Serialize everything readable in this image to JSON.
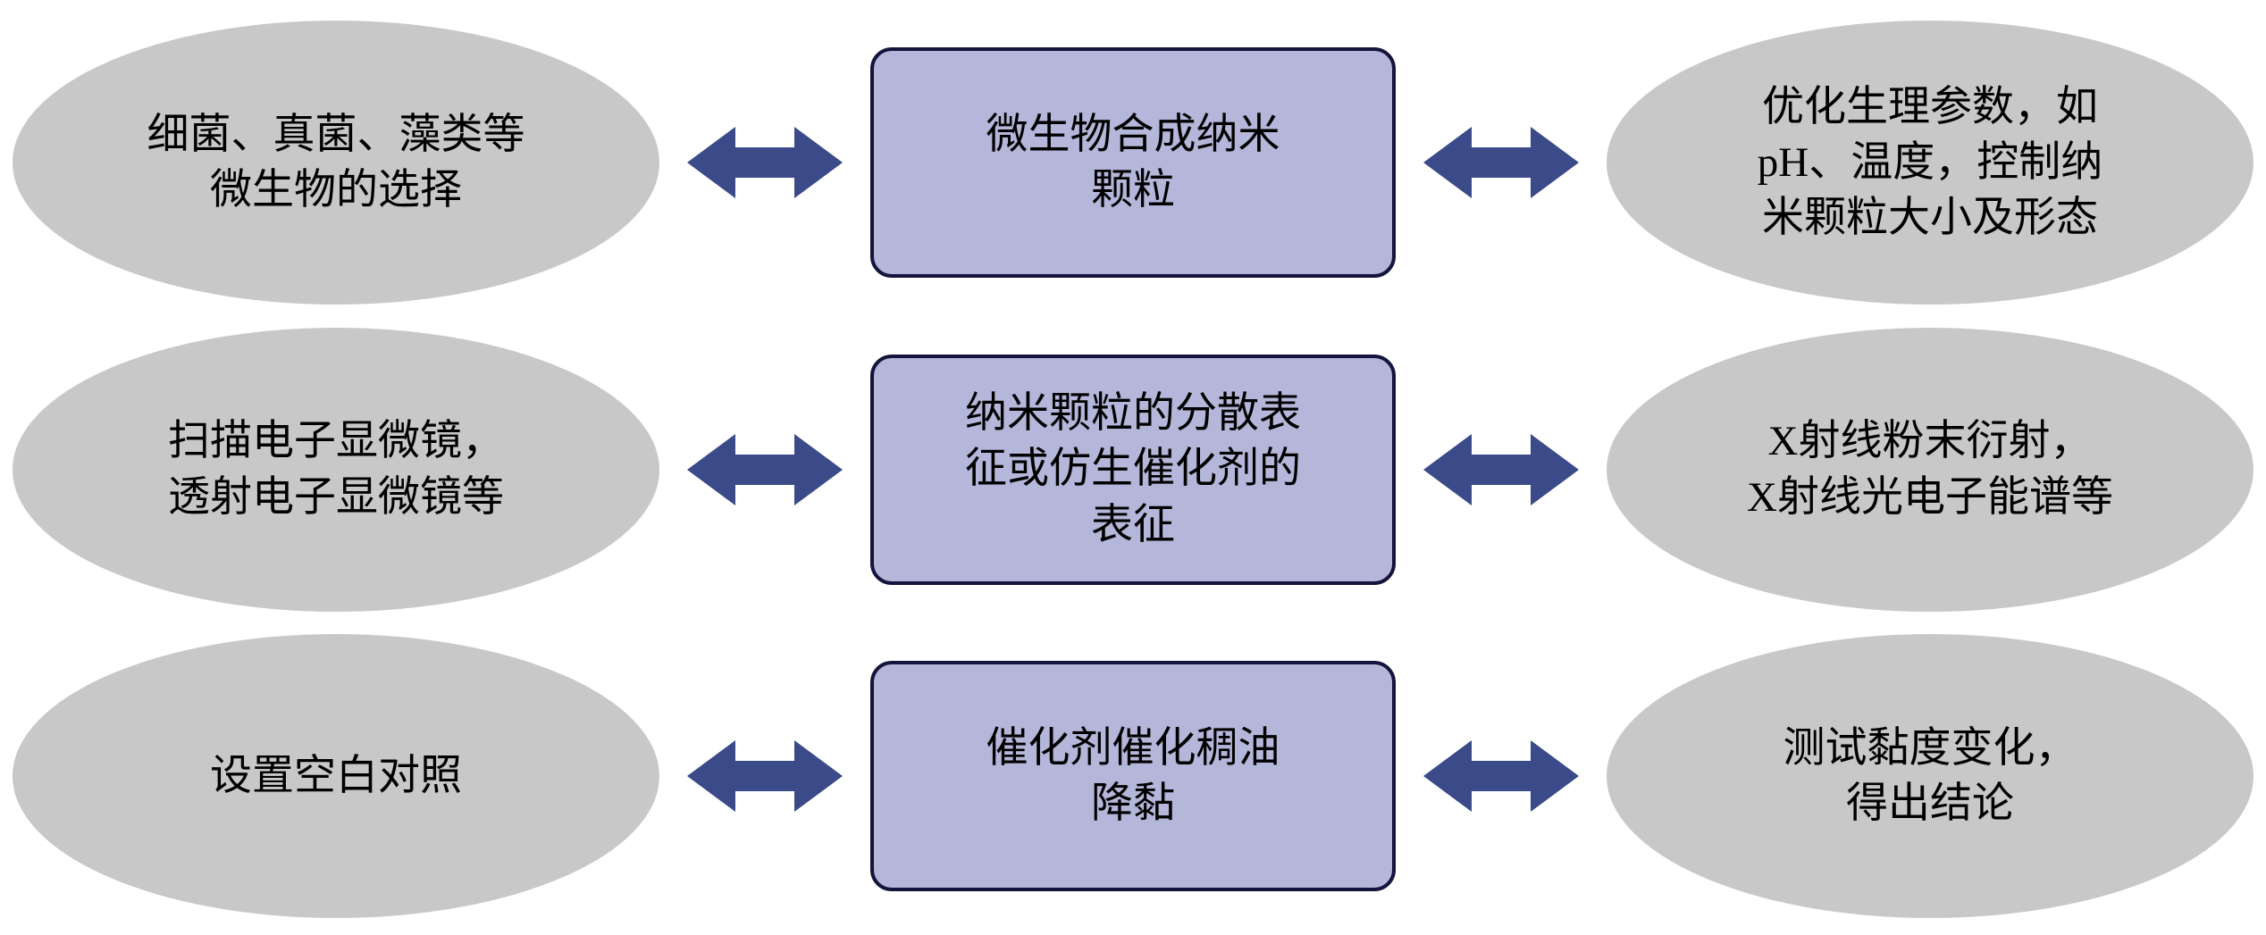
{
  "colors": {
    "ellipse-fill": "#c8c8c8",
    "box-fill": "#b4b7da",
    "box-border": "#14143c",
    "arrow": "#3b4a89",
    "text": "#000000"
  },
  "rows": [
    {
      "left": "细菌、真菌、藻类等\n微生物的选择",
      "center": "微生物合成纳米\n颗粒",
      "right": "优化生理参数，如\npH、温度，控制纳\n米颗粒大小及形态"
    },
    {
      "left": "扫描电子显微镜，\n透射电子显微镜等",
      "center": "纳米颗粒的分散表\n征或仿生催化剂的\n表征",
      "right": "X射线粉末衍射，\nX射线光电子能谱等"
    },
    {
      "left": "设置空白对照",
      "center": "催化剂催化稠油\n降黏",
      "right": "测试黏度变化，\n得出结论"
    }
  ]
}
